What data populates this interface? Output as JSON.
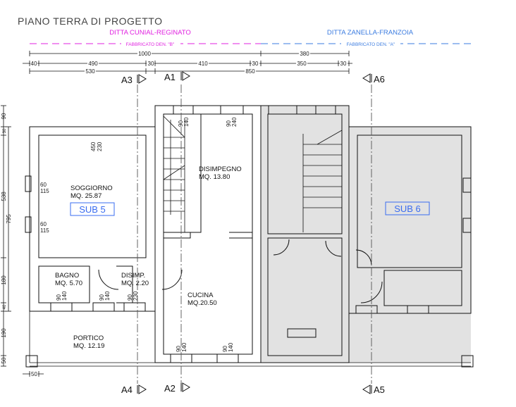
{
  "title": "PIANO TERRA DI PROGETTO",
  "owners": [
    {
      "label": "DITTA CUNIAL-REGINATO",
      "building": "FABBRICATO DEN. \"B\"",
      "color": "#e020e0"
    },
    {
      "label": "DITTA ZANELLA-FRANZOIA",
      "building": "FABBRICATO DEN. \"A\"",
      "color": "#3a7be0"
    }
  ],
  "top_dimensions": {
    "row1": [
      "1000",
      "380"
    ],
    "row2": [
      "40",
      "490",
      "30",
      "410",
      "30",
      "350",
      "30"
    ],
    "row3": [
      "530",
      "30",
      "850"
    ]
  },
  "left_dimensions": {
    "outer": [
      "90",
      "30",
      "538",
      "180",
      "40",
      "190",
      "50"
    ],
    "inner": [
      "795"
    ],
    "bottom": "50"
  },
  "sections": [
    "A3",
    "A1",
    "A6",
    "A4",
    "A2",
    "A5"
  ],
  "units": [
    {
      "label": "SUB 5",
      "color": "#3a6cf0"
    },
    {
      "label": "SUB 6",
      "color": "#3a6cf0"
    }
  ],
  "rooms": [
    {
      "name": "SOGGIORNO",
      "area": "MQ.  25.87"
    },
    {
      "name": "DISIMPEGNO",
      "area": "MQ.  13.80"
    },
    {
      "name": "BAGNO",
      "area": "MQ.  5.70"
    },
    {
      "name": "DISIMP.",
      "area": "MQ.  2.20"
    },
    {
      "name": "CUCINA",
      "area": "MQ.20.50"
    },
    {
      "name": "PORTICO",
      "area": "MQ.  12.19"
    }
  ],
  "openings": [
    {
      "w": "450",
      "h": "230"
    },
    {
      "w": "60",
      "h": "115"
    },
    {
      "w": "60",
      "h": "115"
    },
    {
      "w": "90",
      "h": "140"
    },
    {
      "w": "90",
      "h": "140"
    },
    {
      "w": "90",
      "h": "230"
    },
    {
      "w": "90",
      "h": "140"
    },
    {
      "w": "90",
      "h": "140"
    },
    {
      "w": "90",
      "h": "140"
    },
    {
      "w": "90",
      "h": "240"
    }
  ],
  "shade_color": "#e2e2e2"
}
